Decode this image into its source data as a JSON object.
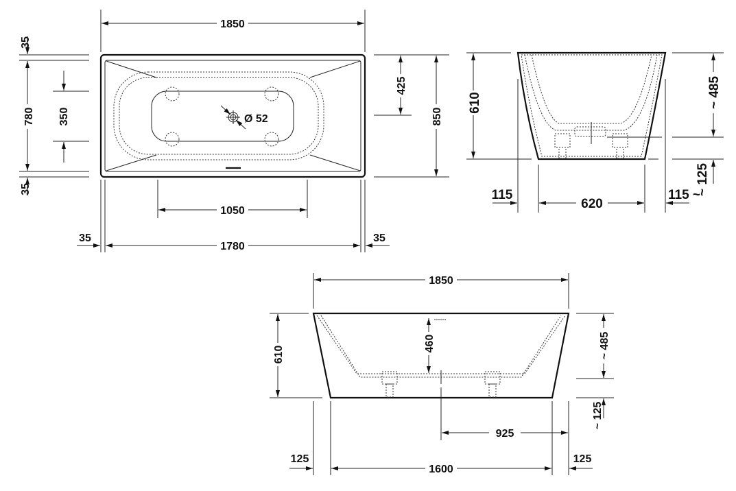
{
  "top_view": {
    "overall_length": "1850",
    "rim_top": "35",
    "inner_width": "780",
    "rim_bottom": "35",
    "basin_width": "350",
    "drain_offset": "425",
    "overall_width": "850",
    "drain_diameter": "Ø 52",
    "basin_length": "1050",
    "inner_length": "1780",
    "rim_left": "35",
    "rim_right": "35"
  },
  "side_view": {
    "height": "610",
    "water_depth": "~ 485",
    "base_height": "~ 125",
    "overhang_left": "115",
    "base_width": "620",
    "overhang_right": "115 ~"
  },
  "front_view": {
    "overall_length": "1850",
    "height": "610",
    "overflow_depth": "460",
    "water_depth": "~ 485",
    "base_height": "~ 125",
    "drain_position": "925",
    "overhang_left": "125",
    "base_length": "1600",
    "overhang_right": "125"
  }
}
